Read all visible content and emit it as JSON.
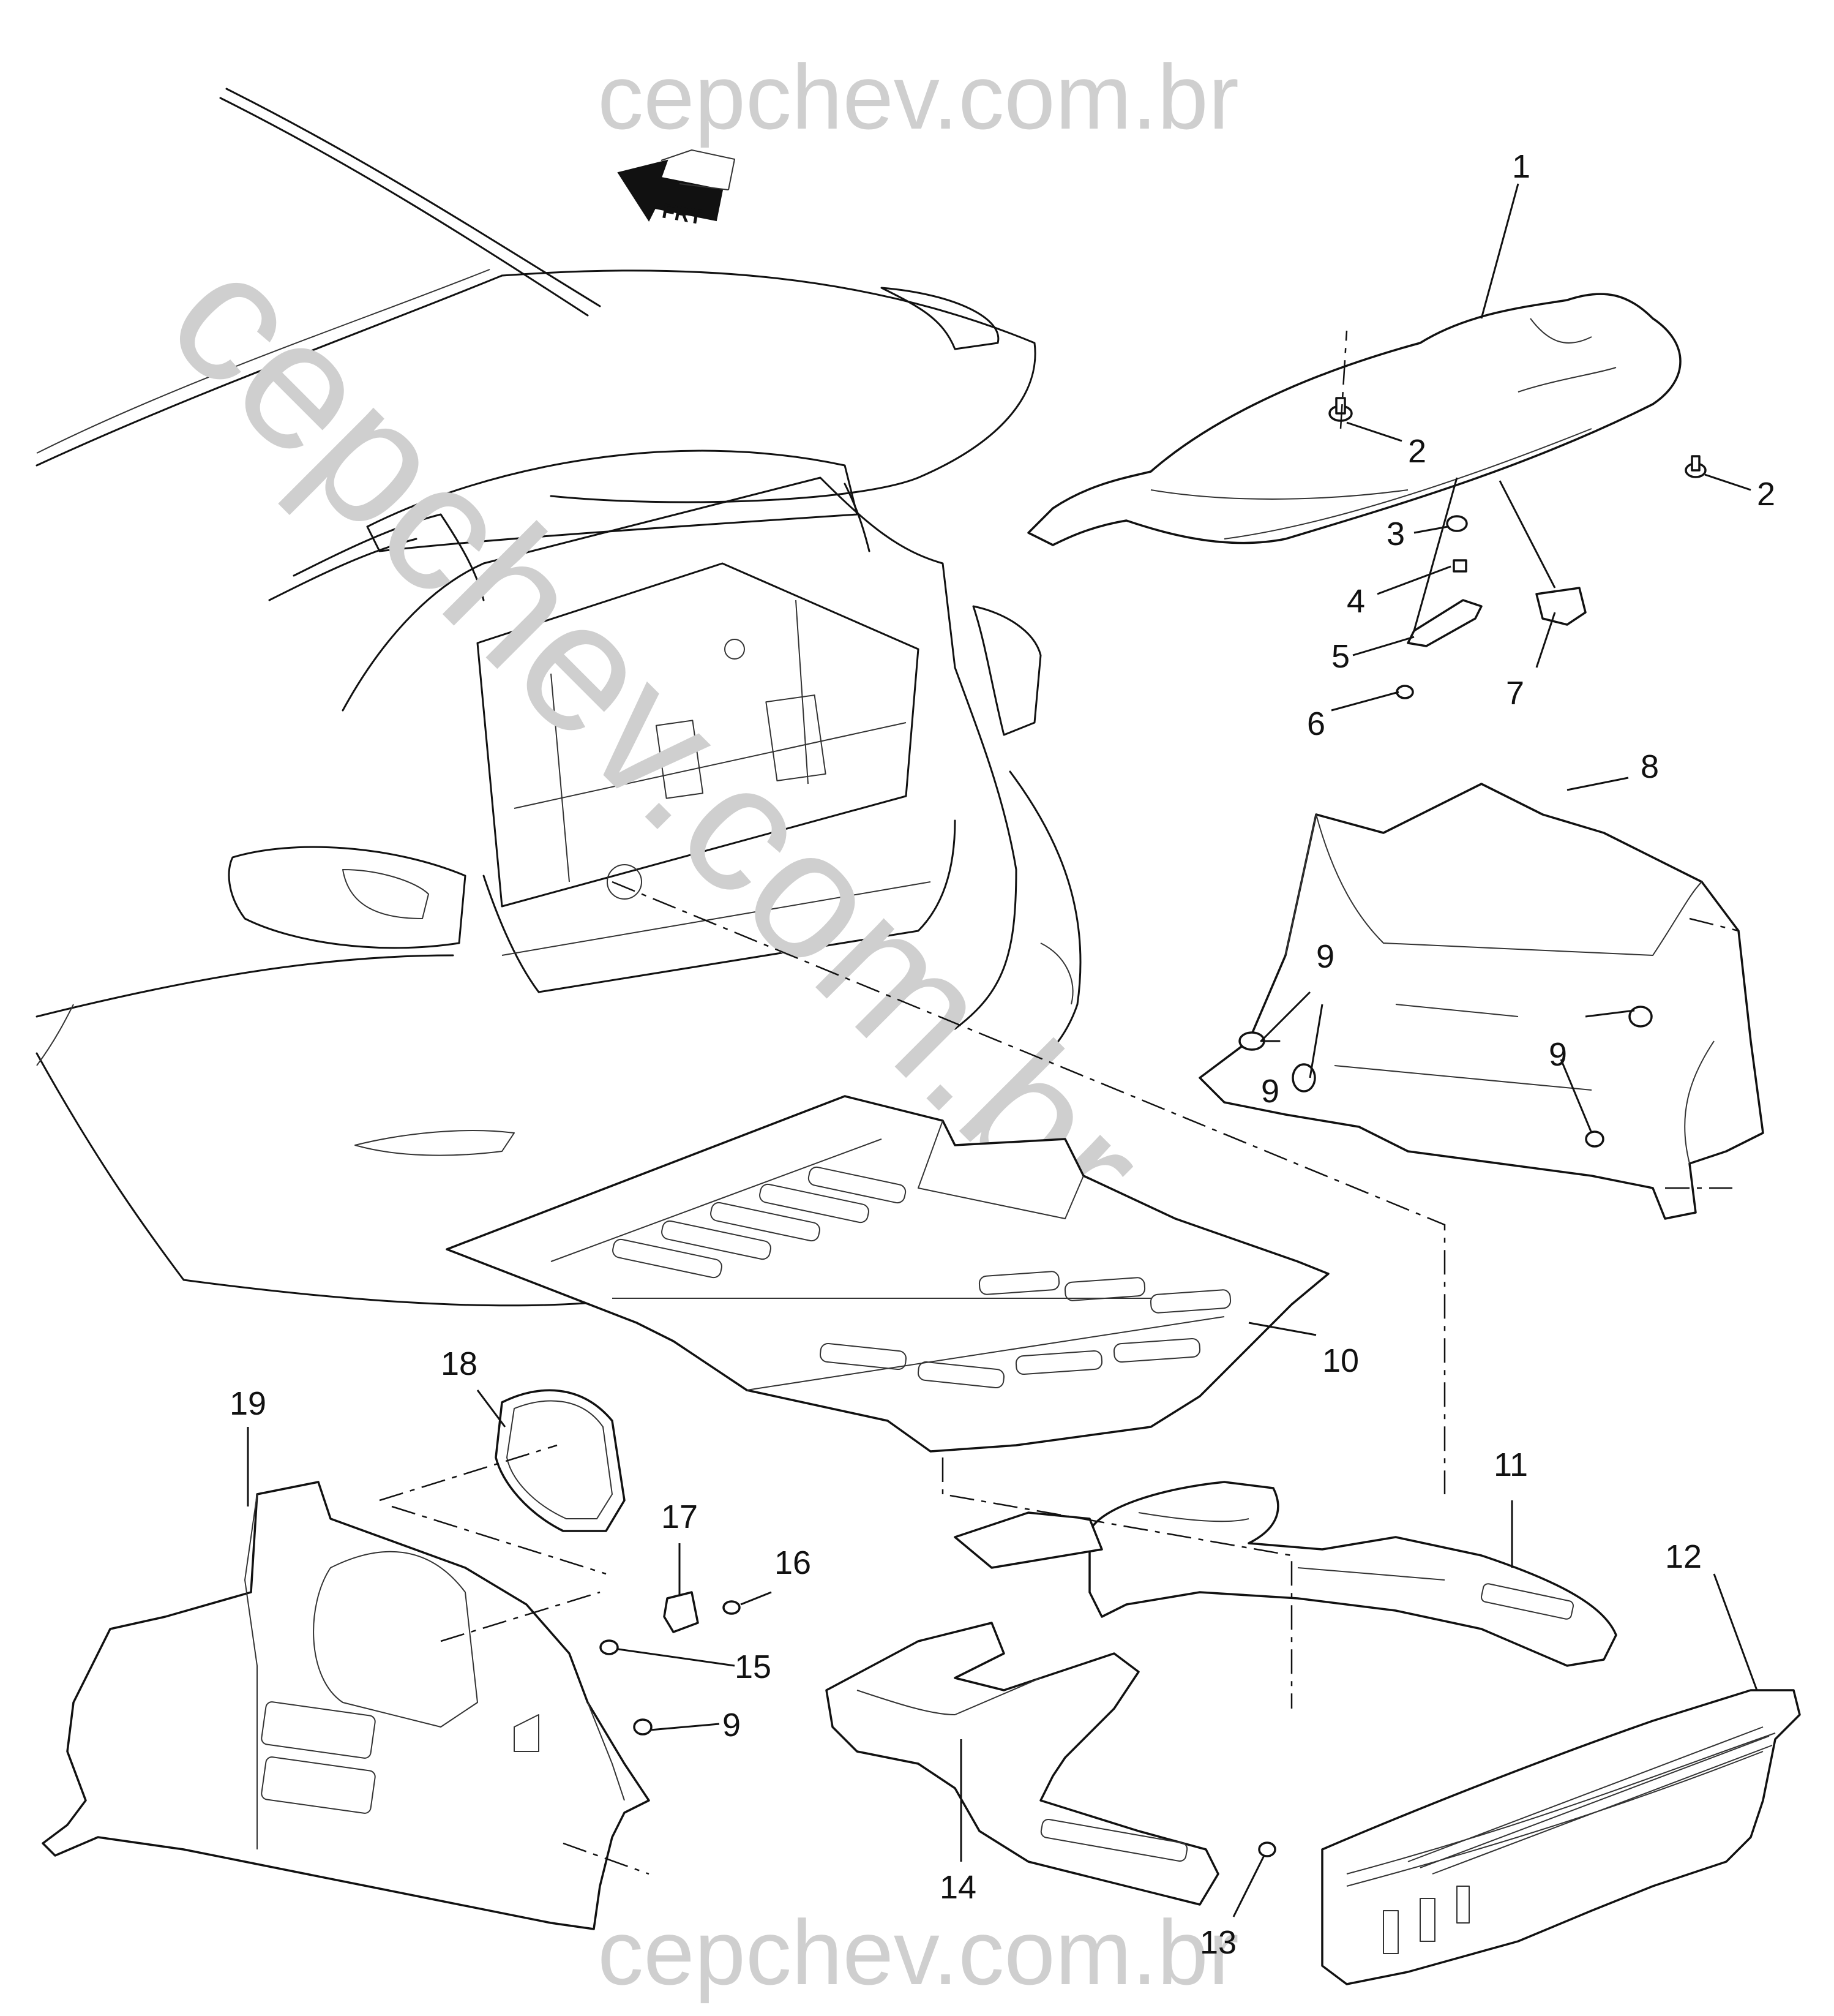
{
  "watermark": {
    "top": "cepchev.com.br",
    "bottom": "cepchev.com.br",
    "diagonal": "cepchev.com.br"
  },
  "orientation": {
    "label": "FRT"
  },
  "callouts": [
    "1",
    "2",
    "2",
    "3",
    "4",
    "5",
    "6",
    "7",
    "8",
    "9",
    "9",
    "9",
    "10",
    "11",
    "12",
    "13",
    "14",
    "15",
    "16",
    "17",
    "18",
    "19",
    "9"
  ],
  "colors": {
    "line": "#111111",
    "watermark": "#cfcfcf",
    "background": "#ffffff"
  }
}
